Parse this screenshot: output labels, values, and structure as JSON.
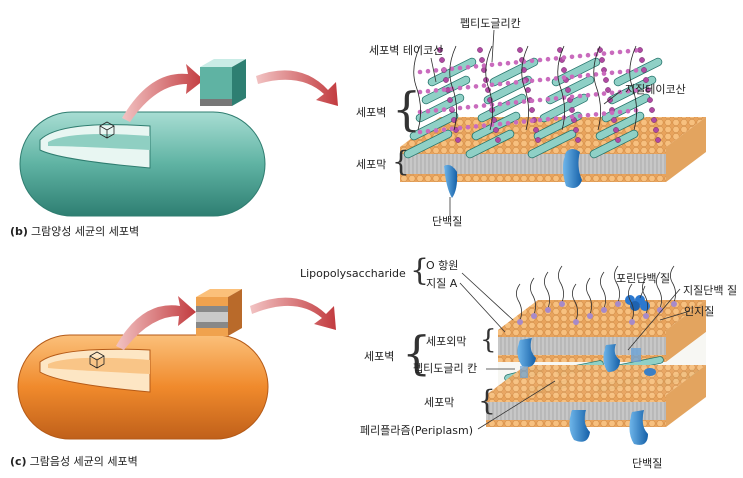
{
  "gram_positive": {
    "caption_letter": "(b)",
    "caption": "그람양성 세균의 세포벽",
    "labels": {
      "peptidoglycan": "펩티도글리칸",
      "wall_teichoic_acid": "세포벽 테이코산",
      "lipoteichoic_acid": "지질테이코산",
      "cell_wall": "세포벽",
      "cell_membrane": "세포막",
      "protein": "단백질"
    }
  },
  "gram_negative": {
    "caption_letter": "(c)",
    "caption": "그람음성 세균의 세포벽",
    "labels": {
      "o_antigen": "O 항원",
      "lipid_a": "지질 A",
      "lps": "Lipopolysaccharide",
      "porin": "포린단백 질",
      "lipoprotein": "지질단백 질",
      "phospholipid": "인지질",
      "outer_membrane": "세포외막",
      "cell_wall": "세포벽",
      "peptidoglycan": "펩티도글리 칸",
      "cell_membrane": "세포막",
      "periplasm": "페리플라즘(Periplasm)",
      "protein": "단백질"
    }
  },
  "colors": {
    "gram_positive_cell": "#5fb3a3",
    "gram_negative_cell": "#f08a2c",
    "arrow": "#c23b3f",
    "lipid_head": "#f2b16b",
    "protein": "#1e78c2",
    "peptidoglycan_rod": "#2f8f86",
    "teichoic_acid": "#b04aa3"
  },
  "icons": [
    "magnify-cube-icon",
    "curved-arrow-icon"
  ]
}
